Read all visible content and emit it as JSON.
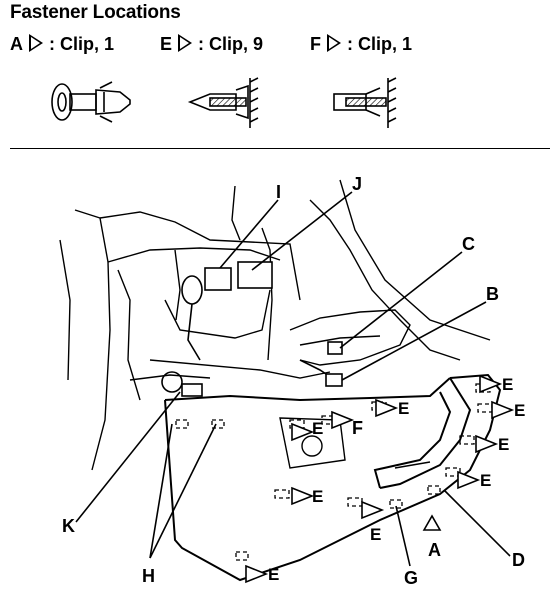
{
  "title": "Fastener Locations",
  "legend": [
    {
      "key": "A",
      "text": ": Clip, 1"
    },
    {
      "key": "E",
      "text": ": Clip, 9"
    },
    {
      "key": "F",
      "text": ": Clip, 1"
    }
  ],
  "callouts": {
    "I": "I",
    "J": "J",
    "C": "C",
    "B": "B",
    "K": "K",
    "H": "H",
    "G": "G",
    "A": "A",
    "D": "D",
    "F": "F",
    "E": "E"
  }
}
